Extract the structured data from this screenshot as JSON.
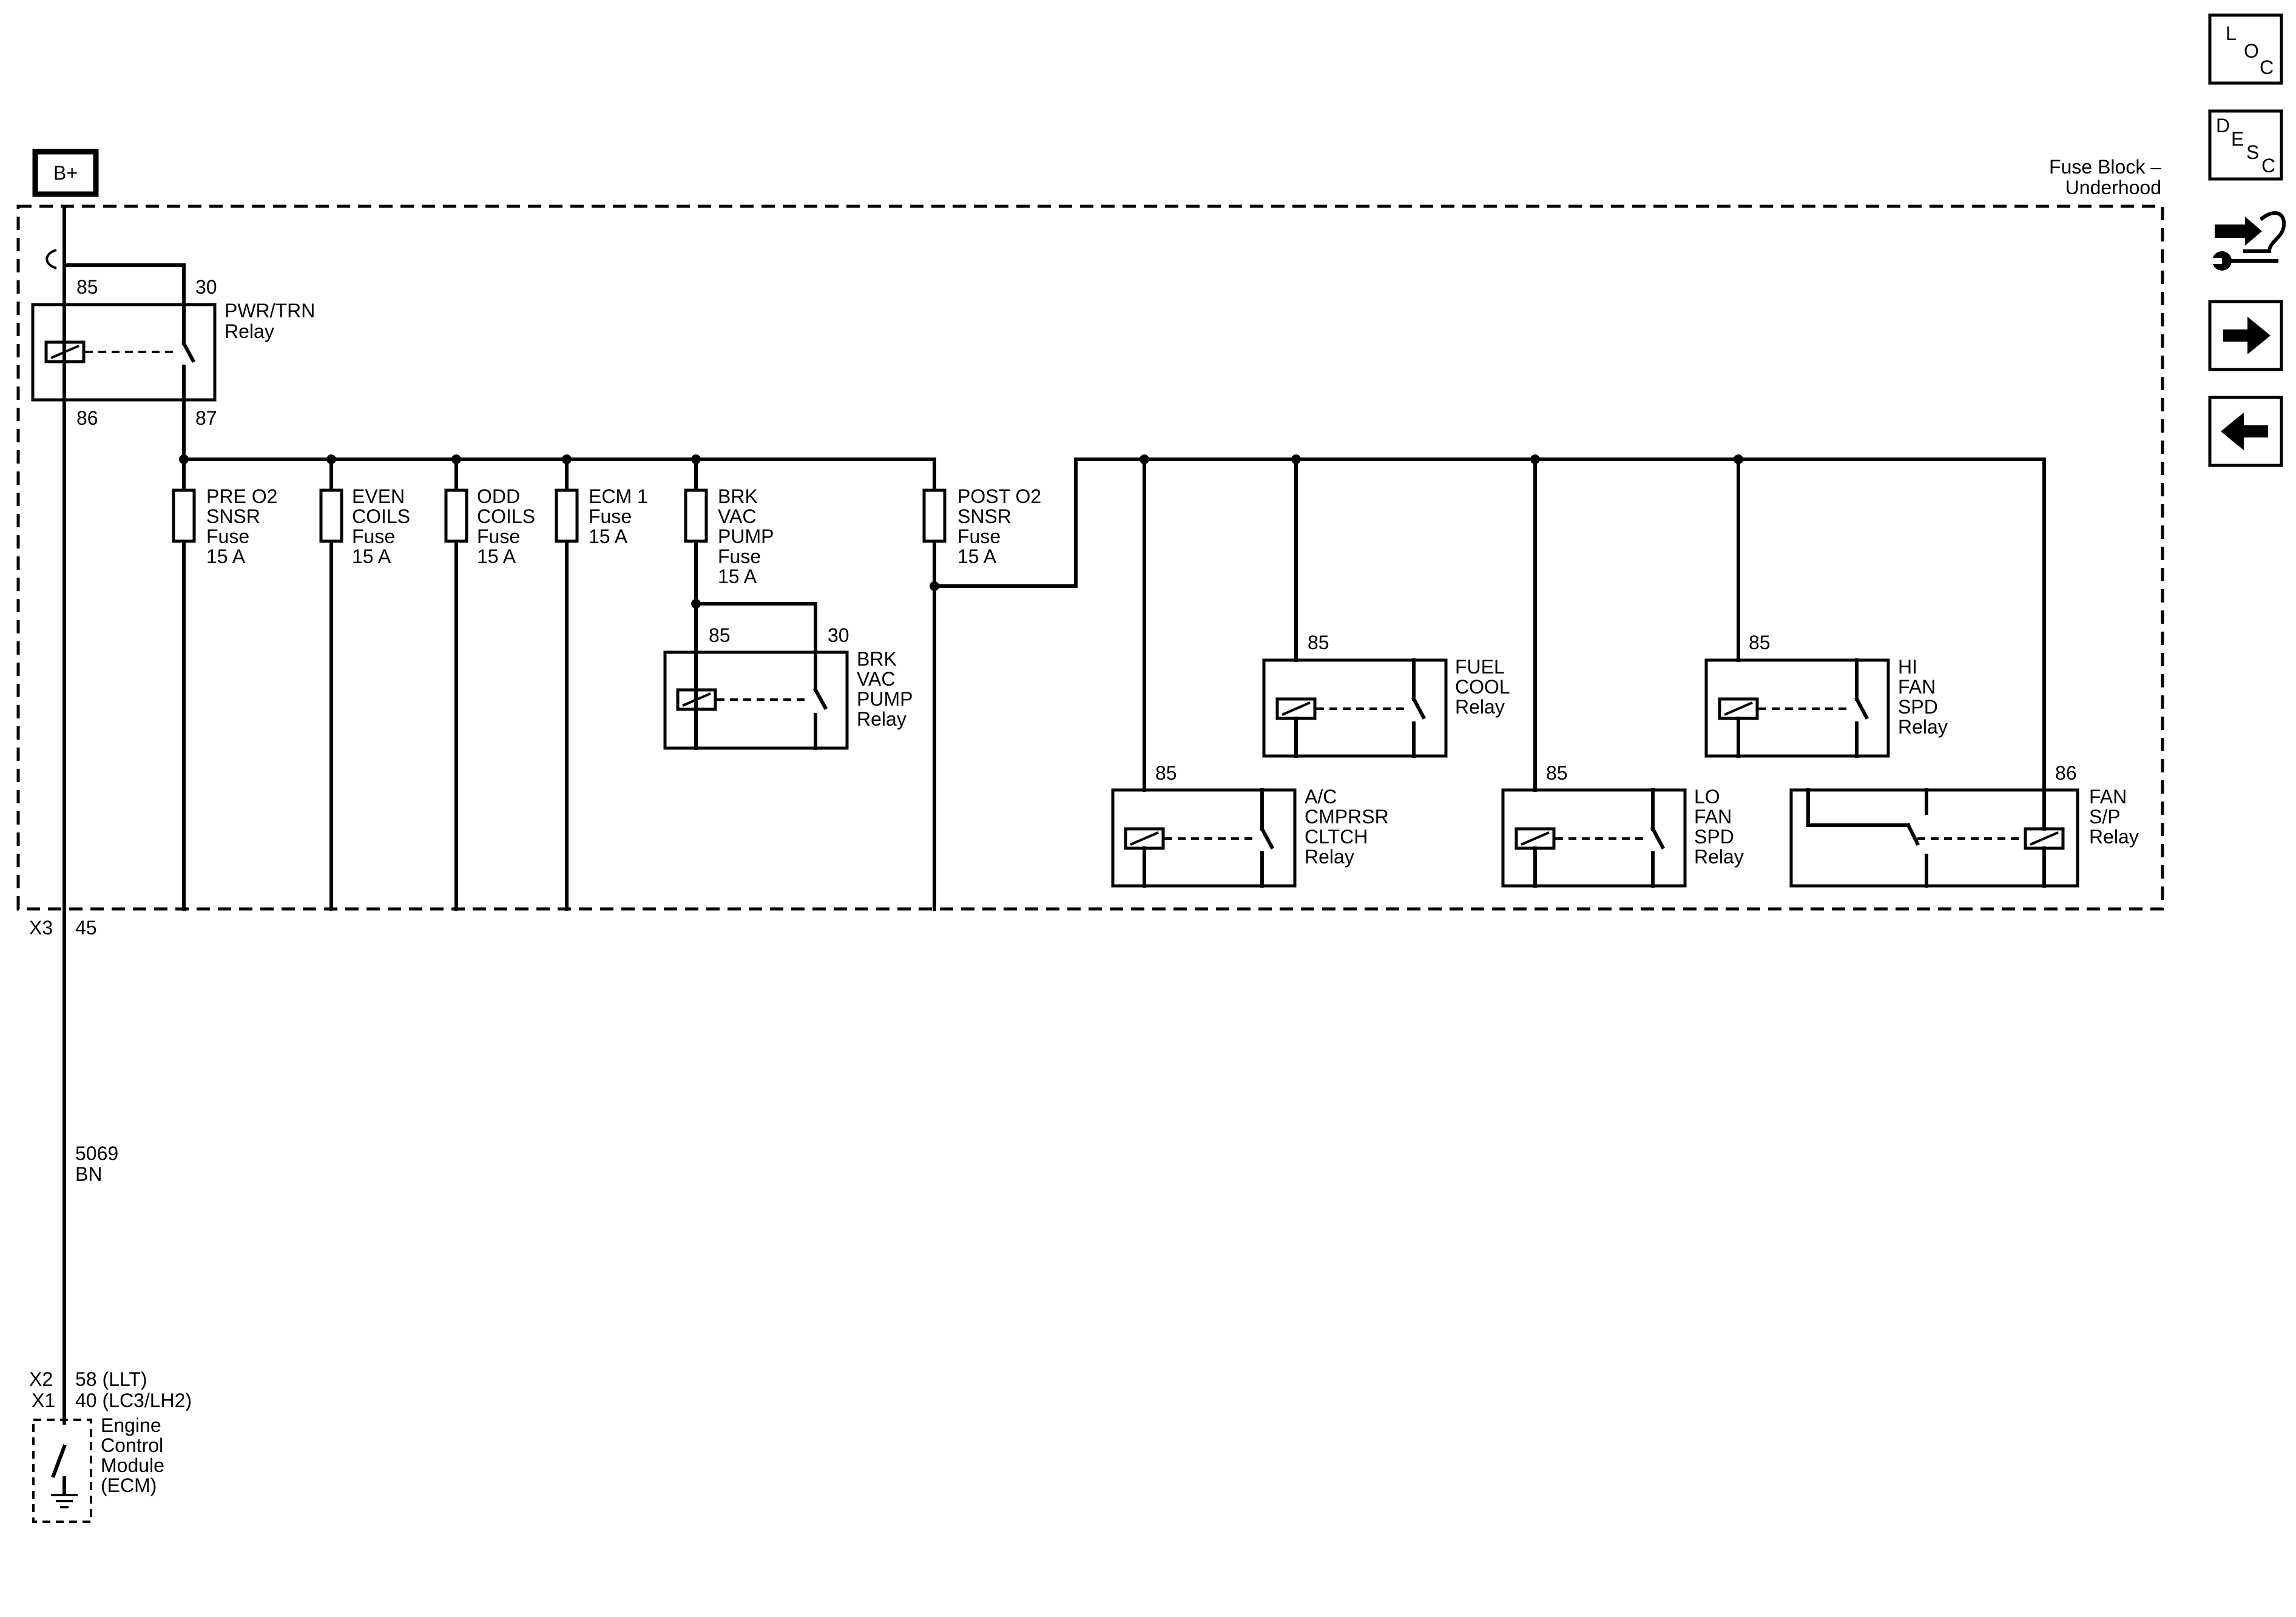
{
  "header": {
    "supply": "B+",
    "fuse_block_line1": "Fuse Block –",
    "fuse_block_line2": "Underhood"
  },
  "nav": {
    "loc": {
      "l1": "L",
      "l2": "O",
      "l3": "C"
    },
    "desc": {
      "l1": "D",
      "l2": "E",
      "l3": "S",
      "l4": "C"
    },
    "connector_icon": "connector-wrench-icon",
    "next_icon": "arrow-right-icon",
    "prev_icon": "arrow-left-icon"
  },
  "pwr_trn_relay": {
    "name": [
      "PWR/TRN",
      "Relay"
    ],
    "pins": {
      "p85": "85",
      "p30": "30",
      "p86": "86",
      "p87": "87"
    }
  },
  "fuses": {
    "pre_o2": [
      "PRE O2",
      "SNSR",
      "Fuse",
      "15 A"
    ],
    "even_coils": [
      "EVEN",
      "COILS",
      "Fuse",
      "15 A"
    ],
    "odd_coils": [
      "ODD",
      "COILS",
      "Fuse",
      "15 A"
    ],
    "ecm1": [
      "ECM 1",
      "Fuse",
      "15 A"
    ],
    "brk_vac_pump": [
      "BRK",
      "VAC",
      "PUMP",
      "Fuse",
      "15 A"
    ],
    "post_o2": [
      "POST O2",
      "SNSR",
      "Fuse",
      "15 A"
    ]
  },
  "relays": {
    "brk_vac_pump": {
      "name": [
        "BRK",
        "VAC",
        "PUMP",
        "Relay"
      ],
      "p85": "85",
      "p30": "30"
    },
    "fuel_cool": {
      "name": [
        "FUEL",
        "COOL",
        "Relay"
      ],
      "p85": "85"
    },
    "hi_fan_spd": {
      "name": [
        "HI",
        "FAN",
        "SPD",
        "Relay"
      ],
      "p85": "85"
    },
    "ac_cmprsr_cltch": {
      "name": [
        "A/C",
        "CMPRSR",
        "CLTCH",
        "Relay"
      ],
      "p85": "85"
    },
    "lo_fan_spd": {
      "name": [
        "LO",
        "FAN",
        "SPD",
        "Relay"
      ],
      "p85": "85"
    },
    "fan_sp": {
      "name": [
        "FAN",
        "S/P",
        "Relay"
      ],
      "p86": "86"
    }
  },
  "wire": {
    "connector": "X3",
    "pin": "45",
    "circuit": "5069",
    "color": "BN"
  },
  "ecm": {
    "x2": "X2",
    "x2_pin": "58 (LLT)",
    "x1": "X1",
    "x1_pin": "40 (LC3/LH2)",
    "name": [
      "Engine",
      "Control",
      "Module",
      "(ECM)"
    ]
  }
}
